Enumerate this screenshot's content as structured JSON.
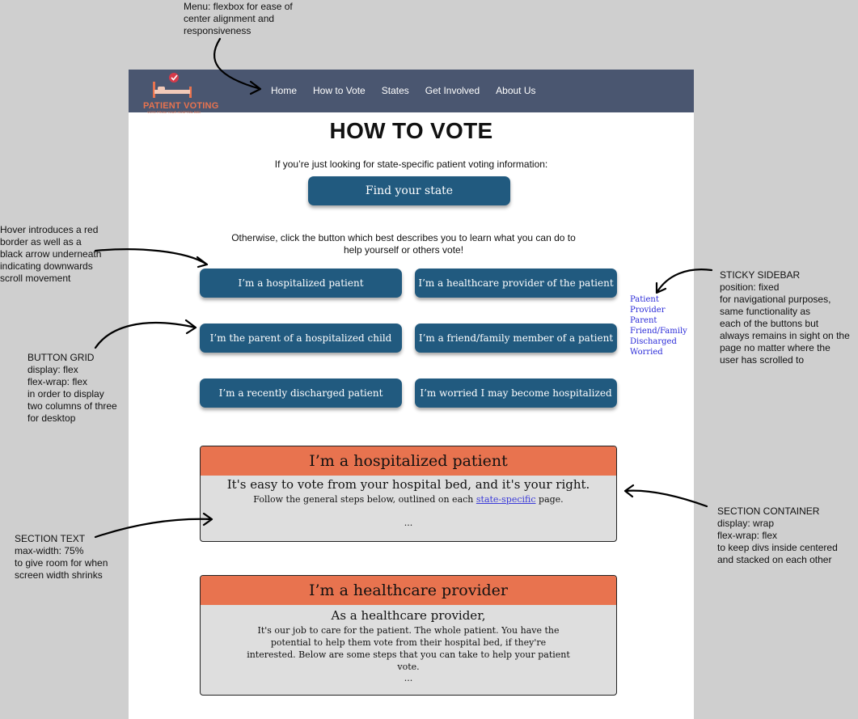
{
  "annotations": {
    "menu": [
      "Menu: flexbox for ease of",
      "center alignment and",
      "responsiveness"
    ],
    "hover": [
      "Hover introduces a red",
      "border as well as a",
      "black arrow underneath",
      "indicating downwards",
      "scroll movement"
    ],
    "button_grid": [
      "BUTTON GRID",
      "display: flex",
      "flex-wrap: flex",
      "in order to display",
      "two columns of three",
      "for desktop"
    ],
    "section_text": [
      "SECTION TEXT",
      "max-width: 75%",
      "to give room for when",
      "screen width shrinks"
    ],
    "sticky_sidebar": [
      "STICKY SIDEBAR",
      "position: fixed",
      "for navigational purposes,",
      "same functionality as",
      "each of the buttons but",
      "always remains in sight on the",
      "page no matter where the",
      "user has scrolled to"
    ],
    "section_container": [
      "SECTION CONTAINER",
      "display: wrap",
      "flex-wrap: flex",
      "to keep divs inside centered",
      "and stacked on each other"
    ]
  },
  "logo": {
    "text": "PATIENT VOTING",
    "subtext": "VOTE FROM YOUR HOSPITAL BED"
  },
  "menu": [
    "Home",
    "How to Vote",
    "States",
    "Get Involved",
    "About Us"
  ],
  "page_title": "HOW TO VOTE",
  "intro": "If you’re just looking for state-specific patient voting information:",
  "find_state_label": "Find your state",
  "otherwise": [
    "Otherwise, click the button which best describes you to learn what you can do to",
    "help yourself or others vote!"
  ],
  "grid_buttons": [
    "I’m a hospitalized patient",
    "I’m a healthcare provider of the patient",
    "I’m the parent of a hospitalized child",
    "I’m a friend/family member of a patient",
    "I’m a recently discharged patient",
    "I’m worried I may become hospitalized"
  ],
  "sidebar": [
    "Patient",
    "Provider",
    "Parent",
    "Friend/Family",
    "Discharged",
    "Worried"
  ],
  "section1": {
    "title": "I’m a hospitalized patient",
    "lead": "It's easy to vote from your hospital bed, and it's your right.",
    "text_before": "Follow the general steps below, outlined on each ",
    "link": "state-specific",
    "text_after": " page.",
    "ellipsis": "..."
  },
  "section2": {
    "title": "I’m a healthcare provider",
    "lead": "As a healthcare provider,",
    "body": [
      "It's our job to care for the patient. The whole patient. You have the",
      "potential to help them vote from their hospital bed, if they're",
      "interested. Below are some steps that you can take to help your patient",
      "vote."
    ],
    "ellipsis": "..."
  },
  "colors": {
    "navbar": "#4a5670",
    "button": "#215a7f",
    "accent": "#e8734f",
    "sidebar_link": "#2a2ad8"
  }
}
